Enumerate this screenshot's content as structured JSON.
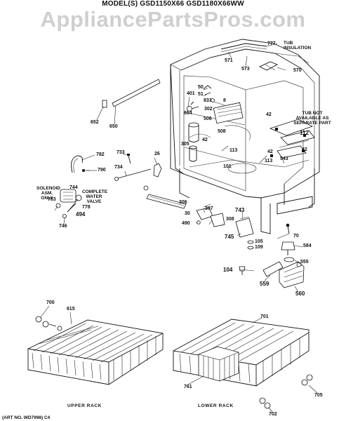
{
  "header": {
    "models": "MODEL(S) GSD1150X66  GSD1180X66WW",
    "watermark": "AppliancePartsPros.com"
  },
  "notes": {
    "tub_insulation": "TUB\nINSULATION",
    "tub_not_available": "TUB NOT\nAVAILABLE AS\nSEPARATE PART",
    "solenoid": "SOLENOID\nASM. ONLY",
    "complete_water_valve": "COMPLETE\nWATER\nVALVE"
  },
  "part_numbers": {
    "p777": "777",
    "p571": "571",
    "p573": "573",
    "p570": "570",
    "p401": "401",
    "p50": "50",
    "p51": "51",
    "p833": "833",
    "p8": "8",
    "p654": "654",
    "p302": "302",
    "p506": "506",
    "p305": "305",
    "p42a": "42",
    "p508": "508",
    "p113a": "113",
    "p42b": "42",
    "p112": "112",
    "p42c": "42",
    "p113b": "113",
    "p543": "543",
    "p42d": "42",
    "p101": "101",
    "p652": "652",
    "p650": "650",
    "p782": "782",
    "p790": "790",
    "p733": "733",
    "p26": "26",
    "p734": "734",
    "p744": "744",
    "p783": "783",
    "p778": "778",
    "p494": "494",
    "p746": "746",
    "p306": "306",
    "p307": "307",
    "p30": "30",
    "p308": "308",
    "p490": "490",
    "p743": "743",
    "p745": "745",
    "p70": "70",
    "p105": "105",
    "p109": "109",
    "p584": "584",
    "p555": "555",
    "p104": "104",
    "p559": "559",
    "p560": "560",
    "p700": "700",
    "p615": "615",
    "p701": "701",
    "p761": "761",
    "p705": "705",
    "p702": "702"
  },
  "captions": {
    "upper_rack": "UPPER RACK",
    "lower_rack": "LOWER RACK",
    "art_no": "(ART NO. WD7998) C4"
  }
}
